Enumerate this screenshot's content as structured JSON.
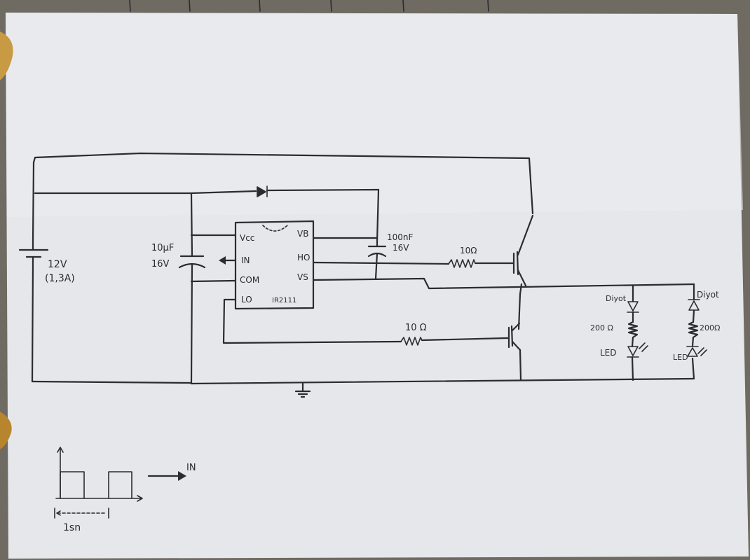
{
  "schematic": {
    "supply": {
      "voltage": "12V",
      "current": "(1,3A)"
    },
    "cap_bulk": {
      "value": "10μF",
      "rating": "16V"
    },
    "cap_boot": {
      "value": "100nF",
      "rating": "16V"
    },
    "r_gate_high": "10Ω",
    "r_gate_low": "10 Ω",
    "ic": {
      "name": "IR2111",
      "pins": {
        "vcc": "Vcc",
        "in": "IN",
        "com": "COM",
        "lo": "LO",
        "vb": "VB",
        "ho": "HO",
        "vs": "VS"
      }
    },
    "load_left": {
      "diode": "Diyot",
      "resistor": "200 Ω",
      "led": "LED"
    },
    "load_right": {
      "diode": "Diyot",
      "resistor": "200Ω",
      "led": "LED"
    },
    "waveform": {
      "period_label": "1sn",
      "target_label": "IN"
    }
  },
  "colors": {
    "paper": "#e7e8ec",
    "ink": "#2b2b30",
    "background": "#6f6a62",
    "finger": "#c79a43"
  }
}
